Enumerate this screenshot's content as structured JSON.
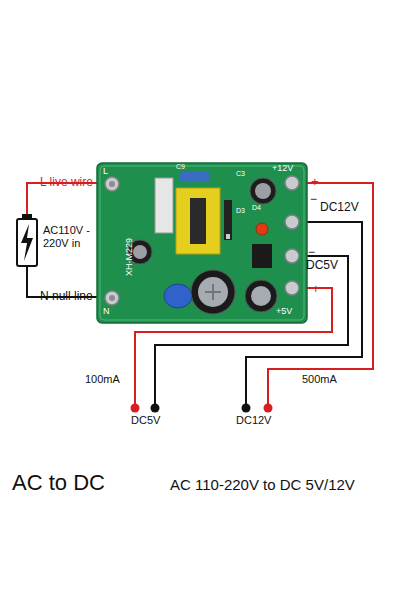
{
  "diagram": {
    "title": "AC to DC",
    "caption": "AC 110-220V to DC 5V/12V",
    "labels": [
      "L live wire",
      "AC110V - 220V in",
      "N null line",
      "+",
      "−",
      "DC12V",
      "−",
      "DC5V",
      "+",
      "100mA",
      "500mA",
      "DC5V",
      "DC12V",
      "L",
      "N",
      "+12V",
      "+5V",
      "XH-M229",
      "C9",
      "C3",
      "D3",
      "D4"
    ]
  }
}
